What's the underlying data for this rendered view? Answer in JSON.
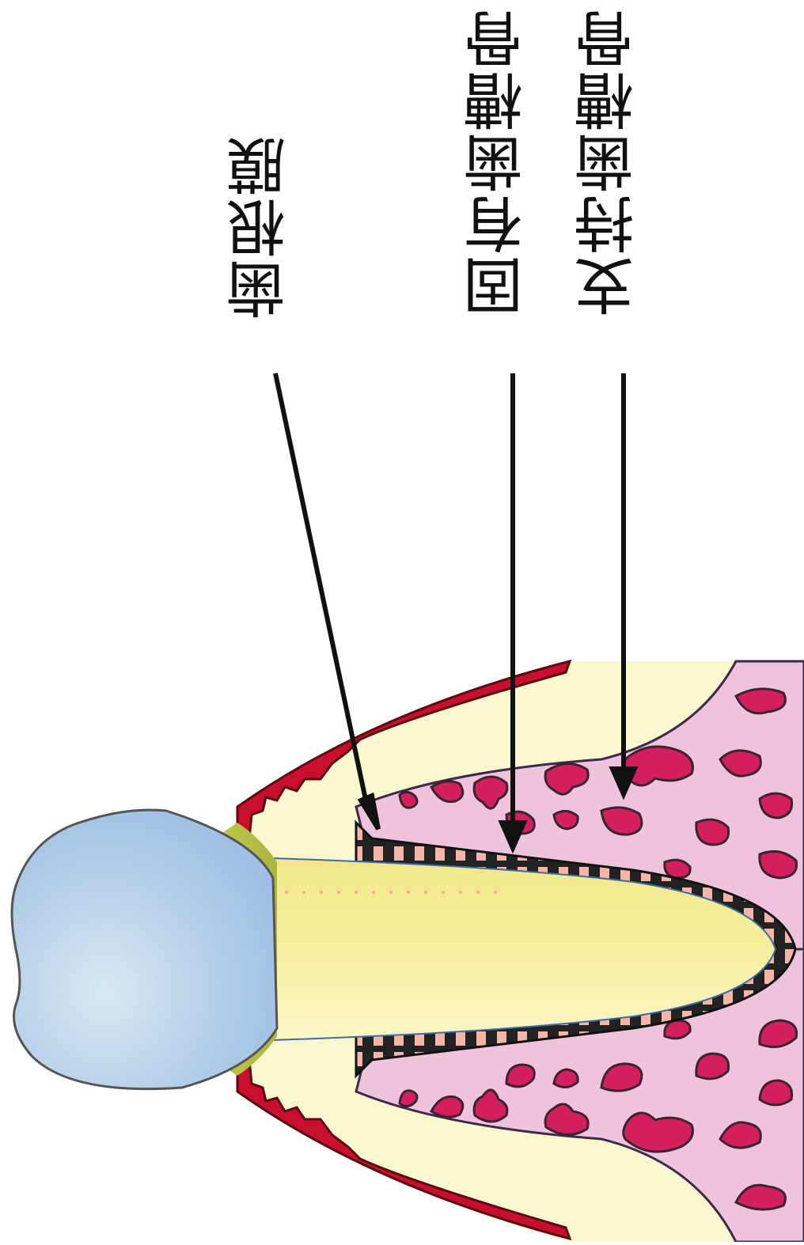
{
  "labels": {
    "periodontal_ligament": "歯根膜",
    "alveolar_bone_proper": "固有歯槽骨",
    "supporting_alveolar_bone": "支持歯槽骨"
  },
  "colors": {
    "enamel_crown": "#9fc4e6",
    "root_dentin": "#f6ec98",
    "gingiva_bg": "#fbf8cf",
    "gingiva_red": "#c8102e",
    "bone": "#efc3dc",
    "marrow": "#d41f5f",
    "ligament_dark": "#222222",
    "ligament_light": "#f4b6a8",
    "leader_line": "#111111"
  }
}
